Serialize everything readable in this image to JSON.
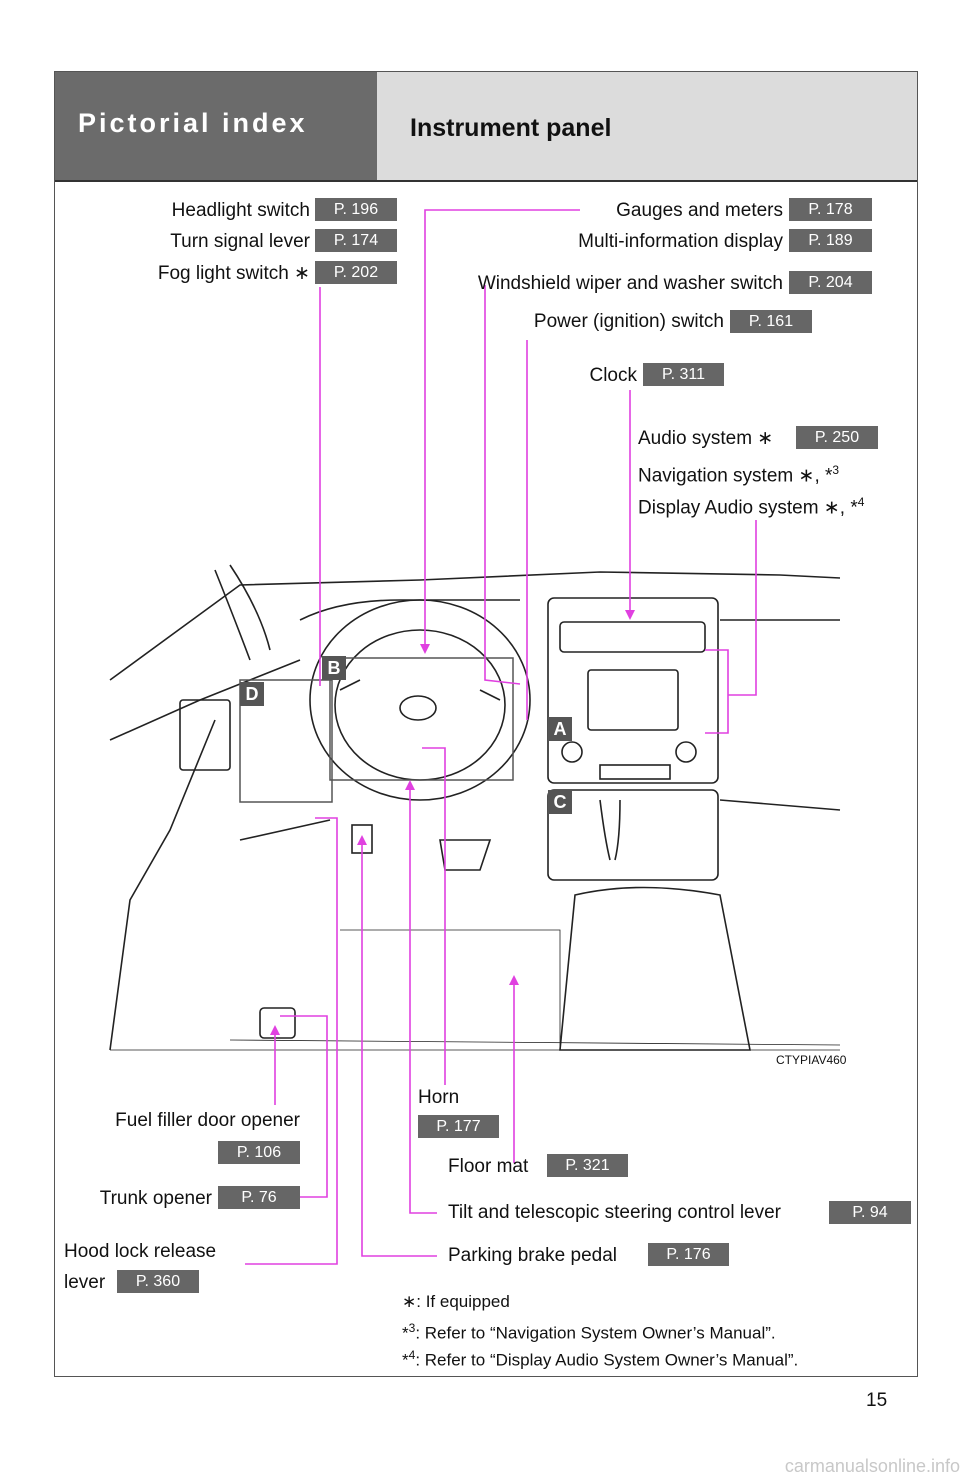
{
  "header": {
    "section": "Pictorial index",
    "title": "Instrument panel"
  },
  "star": "∗",
  "callouts": {
    "headlight": {
      "label": "Headlight switch",
      "page": "P. 196"
    },
    "turn_signal": {
      "label": "Turn signal lever",
      "page": "P. 174"
    },
    "fog_light": {
      "label": "Fog light switch",
      "page": "P. 202"
    },
    "gauges": {
      "label": "Gauges and meters",
      "page": "P. 178"
    },
    "multi_info": {
      "label": "Multi-information display",
      "page": "P. 189"
    },
    "wiper": {
      "label": "Windshield wiper and washer switch",
      "page": "P. 204"
    },
    "power": {
      "label": "Power (ignition) switch",
      "page": "P. 161"
    },
    "clock": {
      "label": "Clock",
      "page": "P. 311"
    },
    "audio": {
      "label": "Audio system",
      "page": "P. 250"
    },
    "navigation": {
      "label": "Navigation system",
      "sup": "3"
    },
    "display_audio": {
      "label": "Display Audio system",
      "sup": "4"
    },
    "fuel_filler": {
      "label": "Fuel filler door opener",
      "page": "P. 106"
    },
    "trunk": {
      "label": "Trunk opener",
      "page": "P. 76"
    },
    "hood": {
      "label_line1": "Hood lock release",
      "label_line2": "lever",
      "page": "P. 360"
    },
    "horn": {
      "label": "Horn",
      "page": "P. 177"
    },
    "floor_mat": {
      "label": "Floor mat",
      "page": "P. 321"
    },
    "tilt": {
      "label": "Tilt and telescopic steering control lever",
      "page": "P. 94"
    },
    "parking_brake": {
      "label": "Parking brake pedal",
      "page": "P. 176"
    }
  },
  "illustration": {
    "code": "CTYPIAV460",
    "badges": {
      "a": "A",
      "b": "B",
      "c": "C",
      "d": "D"
    }
  },
  "footnotes": {
    "f1": ": If equipped",
    "f3_sup": "3",
    "f3": ": Refer to “Navigation System Owner’s Manual”.",
    "f4_sup": "4",
    "f4": ": Refer to “Display Audio System Owner’s Manual”."
  },
  "page_number": "15",
  "watermark": "carmanualsonline.info",
  "colors": {
    "leader": "#e040e0",
    "header_dark": "#6b6b6b",
    "header_light": "#dcdcdc",
    "page_badge": "#666666"
  }
}
